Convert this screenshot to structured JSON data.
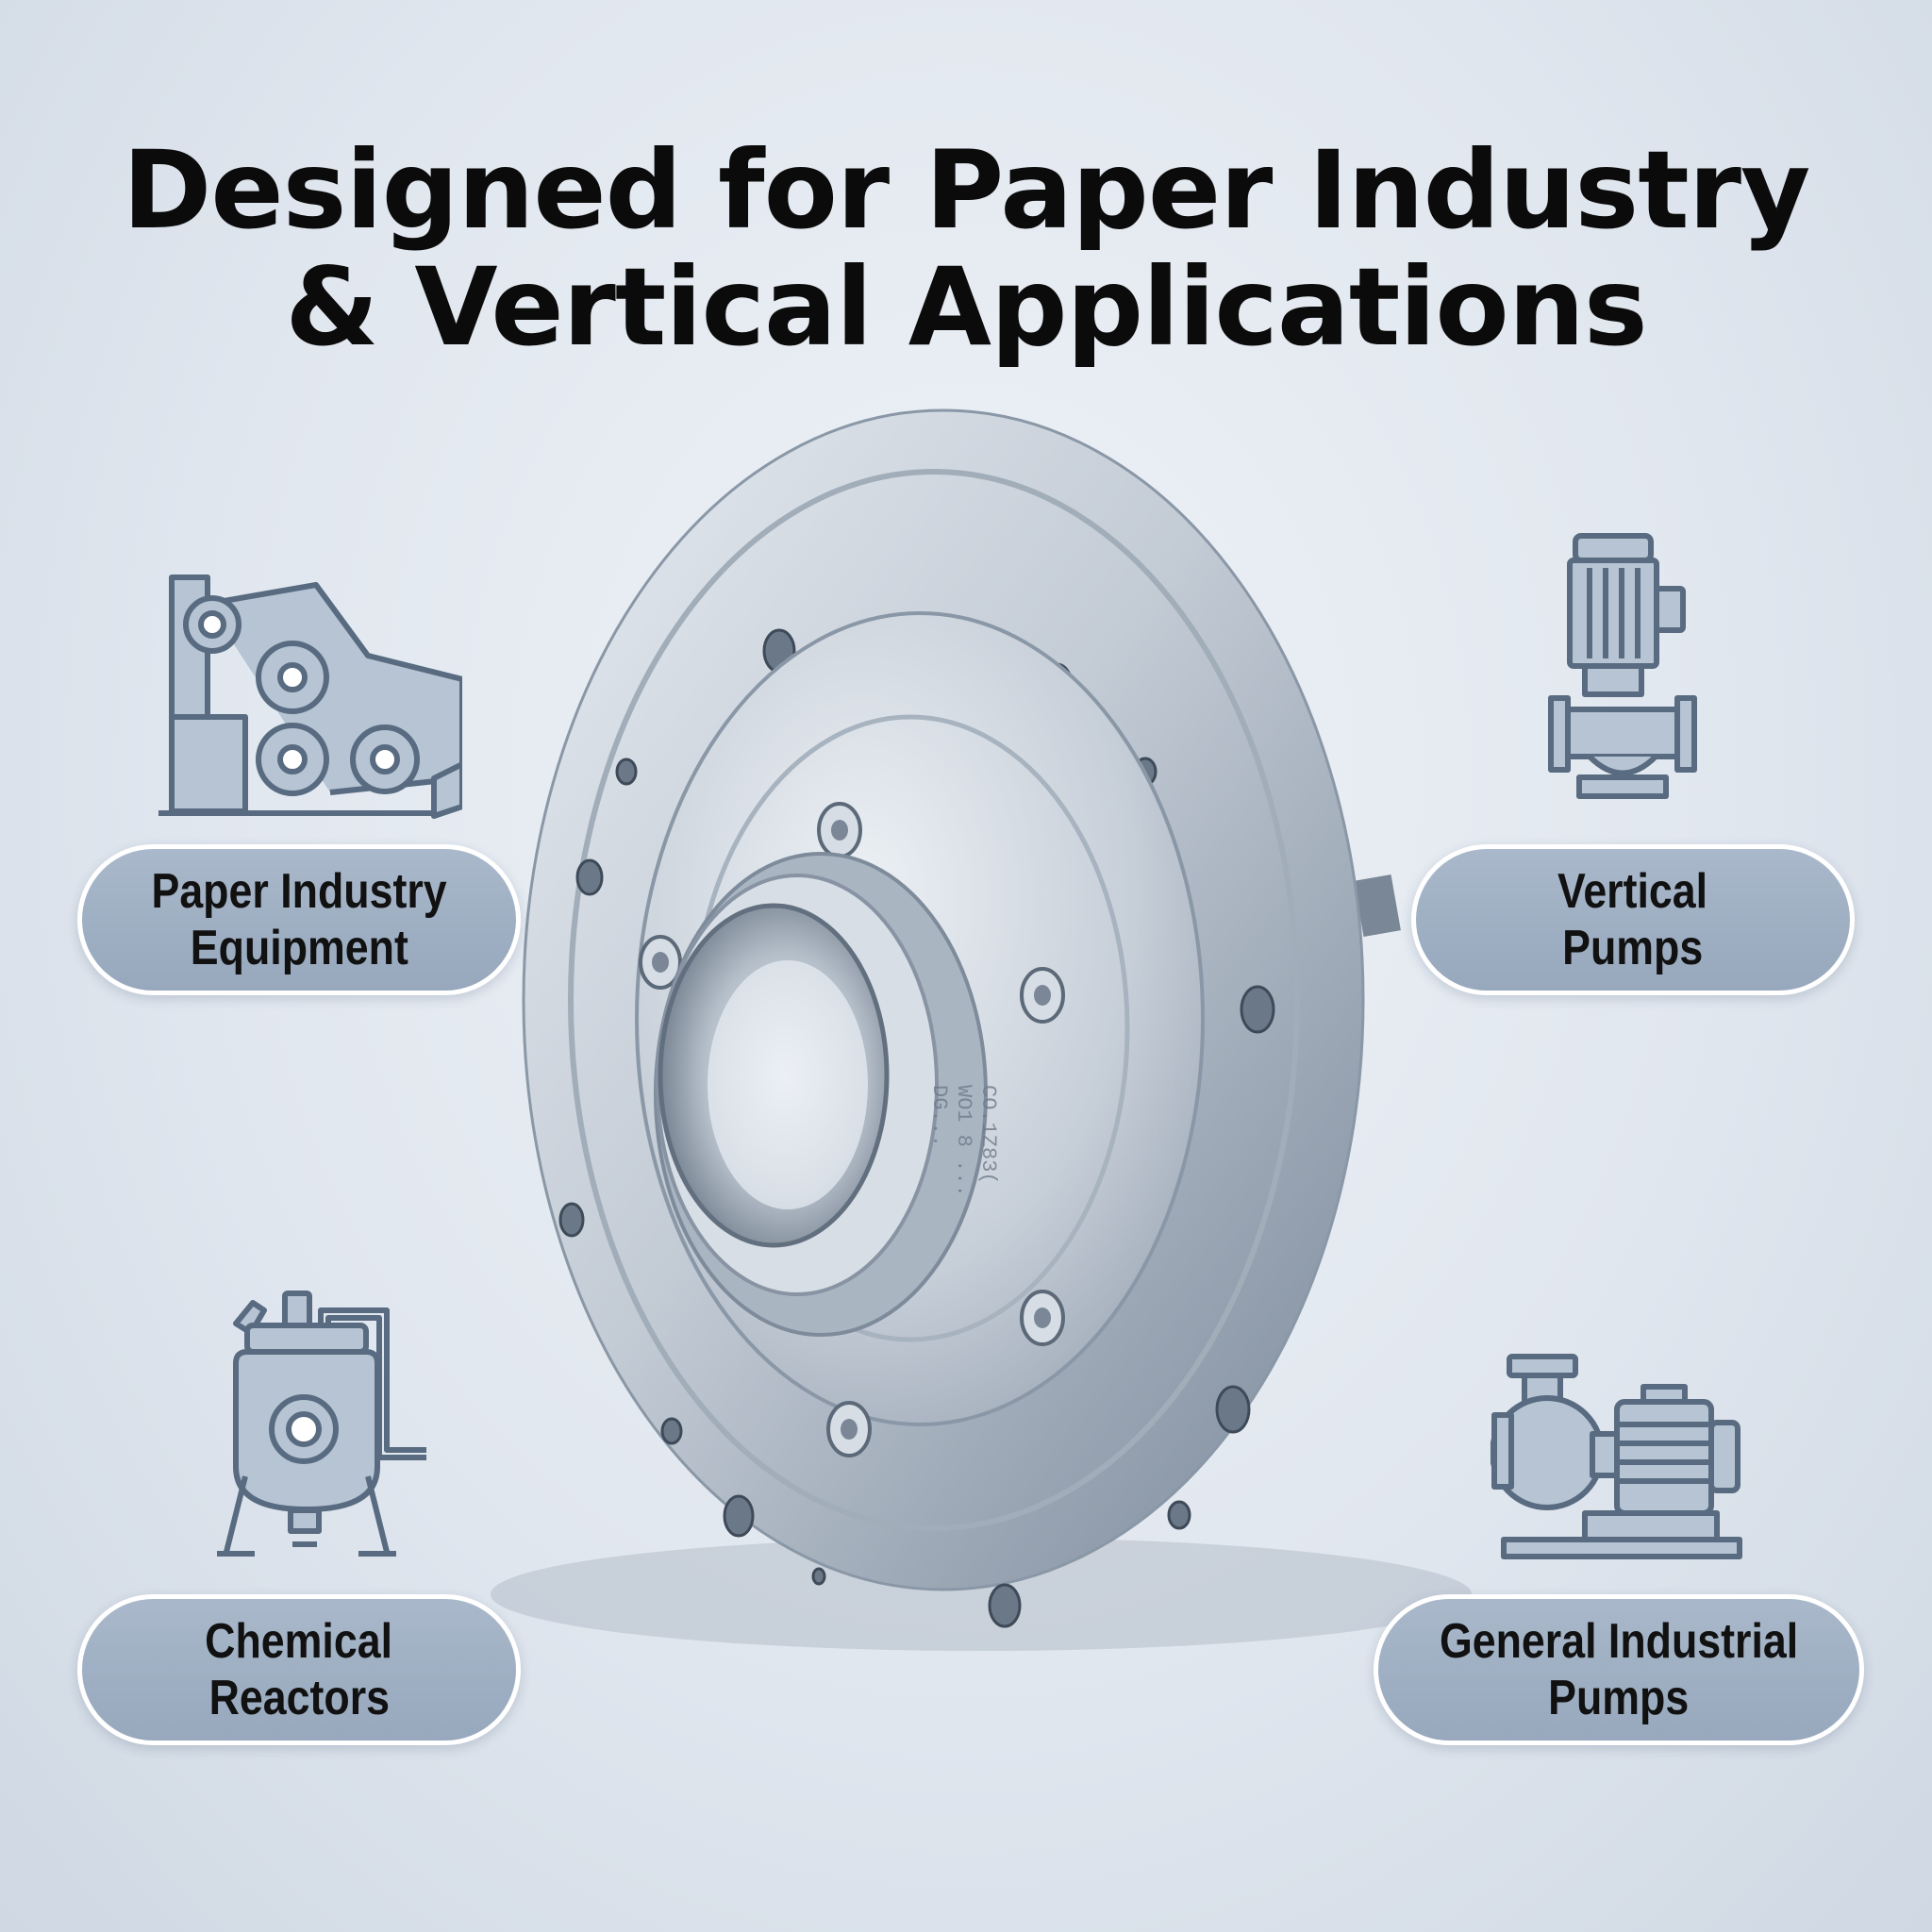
{
  "header": {
    "title_line1": "Designed for Paper Industry",
    "title_line2": "& Vertical Applications"
  },
  "applications": [
    {
      "line1": "Paper Industry",
      "line2": "Equipment",
      "icon": "paper-machine-icon"
    },
    {
      "line1": "Vertical",
      "line2": "Pumps",
      "icon": "vertical-pump-icon"
    },
    {
      "line1": "Chemical",
      "line2": "Reactors",
      "icon": "chemical-reactor-icon"
    },
    {
      "line1": "General Industrial",
      "line2": "Pumps",
      "icon": "industrial-pump-icon"
    }
  ],
  "product": {
    "engraving_line1": "CO.1Z83(",
    "engraving_line2": "WO1 8 ...",
    "engraving_line3": "DG..."
  },
  "colors": {
    "icon_fill": "#b7c4d4",
    "icon_stroke": "#586b80",
    "pill_fill": "#a3b3c6",
    "metal": "#c4ccd6"
  }
}
